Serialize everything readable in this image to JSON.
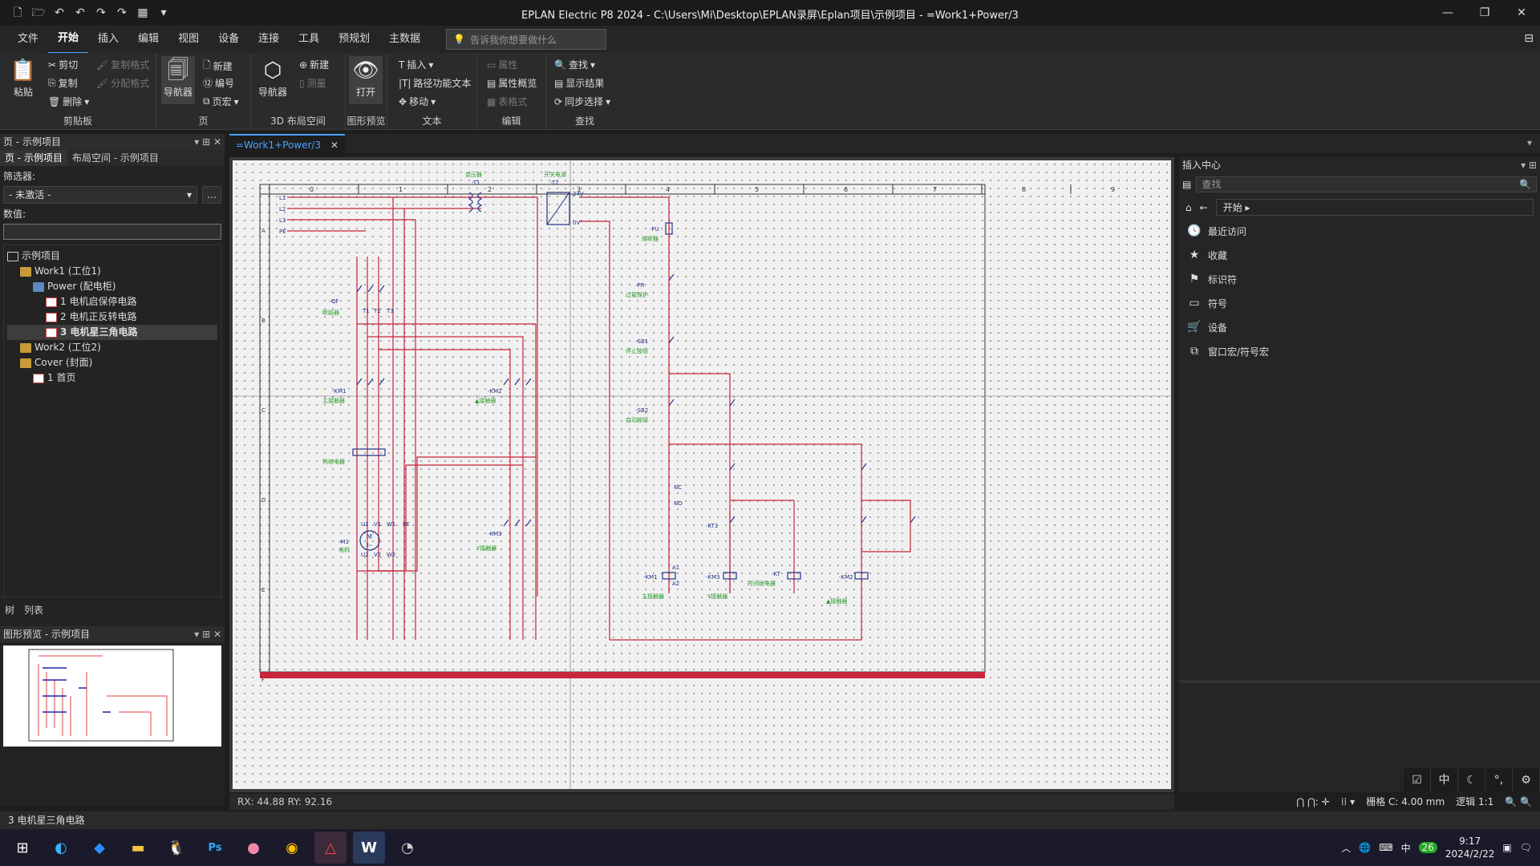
{
  "titlebar": {
    "title": "EPLAN Electric P8 2024 - C:\\Users\\Mi\\Desktop\\EPLAN录屏\\Eplan项目\\示例项目 - =Work1+Power/3"
  },
  "menu": [
    "文件",
    "开始",
    "插入",
    "编辑",
    "视图",
    "设备",
    "连接",
    "工具",
    "预规划",
    "主数据"
  ],
  "menu_active": "开始",
  "search_placeholder": "告诉我你想要做什么",
  "ribbon": {
    "clipboard": {
      "label": "剪贴板",
      "paste": "粘贴",
      "cut": "剪切",
      "copy": "复制",
      "delete": "删除",
      "copy_format": "复制格式",
      "assign_format": "分配格式"
    },
    "page": {
      "label": "页",
      "navigator": "导航器",
      "new": "新建",
      "number": "编号",
      "macro": "页宏"
    },
    "layout3d": {
      "label": "3D 布局空间",
      "navigator": "导航器",
      "new": "新建",
      "measure": "测量"
    },
    "preview": {
      "label": "图形预览",
      "open": "打开"
    },
    "text": {
      "label": "文本",
      "insert": "插入",
      "path_text": "路径功能文本",
      "move": "移动"
    },
    "edit": {
      "label": "编辑",
      "properties": "属性",
      "prop_overview": "属性概览",
      "table_format": "表格式"
    },
    "find": {
      "label": "查找",
      "find": "查找",
      "show_results": "显示结果",
      "sync_select": "同步选择"
    }
  },
  "leftpanel": {
    "header": "页 - 示例项目",
    "tabs": [
      "页 - 示例项目",
      "布局空间 - 示例项目"
    ],
    "filter_label": "筛选器:",
    "filter_value": "- 未激活 -",
    "value_label": "数值:",
    "tree": [
      {
        "text": "示例项目",
        "level": 0,
        "type": "proj"
      },
      {
        "text": "Work1 (工位1)",
        "level": 1,
        "type": "folder"
      },
      {
        "text": "Power (配电柜)",
        "level": 2,
        "type": "folder2"
      },
      {
        "text": "1 电机启保停电路",
        "level": 3,
        "type": "page"
      },
      {
        "text": "2 电机正反转电路",
        "level": 3,
        "type": "page"
      },
      {
        "text": "3 电机星三角电路",
        "level": 3,
        "type": "page",
        "selected": true
      },
      {
        "text": "Work2 (工位2)",
        "level": 1,
        "type": "folder"
      },
      {
        "text": "Cover (封面)",
        "level": 1,
        "type": "folder"
      },
      {
        "text": "1 首页",
        "level": 2,
        "type": "page2"
      }
    ],
    "bottom_tabs": [
      "树",
      "列表"
    ],
    "preview_header": "图形预览 - 示例项目"
  },
  "doc_tab": "=Work1+Power/3",
  "schematic": {
    "columns": [
      "0",
      "1",
      "2",
      "3",
      "4",
      "5",
      "6",
      "7",
      "8",
      "9"
    ],
    "rows": [
      "A",
      "B",
      "C",
      "D",
      "E",
      "F"
    ],
    "labels": [
      "变压器",
      "-T1",
      "开关电源",
      "-T2",
      "L1",
      "L2",
      "L3",
      "PE",
      "24V",
      "0V",
      "-FU",
      "熔断器",
      "-QF",
      "断路器",
      "-PR",
      "过载保护",
      "-SB1",
      "停止按钮",
      "-SB2",
      "启动按钮",
      "-KM1",
      "主接触器",
      "-KM2",
      "▲接触器",
      "-KM3",
      "Y接触器",
      "热继电器",
      "-M1",
      "电机",
      "M",
      "3~",
      "-KT1",
      "-KT",
      "时间继电器",
      "NC",
      "NO",
      "A1",
      "A2",
      "U1",
      "V1",
      "W1",
      "U2",
      "V2",
      "W2",
      "T1",
      "T2",
      "T3",
      "PE"
    ]
  },
  "coords": "RX: 44.88 RY: 92.16",
  "rightpanel": {
    "header": "插入中心",
    "search_placeholder": "查找",
    "breadcrumb": "开始",
    "items": [
      "最近访问",
      "收藏",
      "标识符",
      "符号",
      "设备",
      "窗口宏/符号宏"
    ]
  },
  "status": {
    "grid": "栅格 C: 4.00 mm",
    "logic": "逻辑 1:1"
  },
  "bottom_strip": "3 电机星三角电路",
  "clock": {
    "time": "9:17",
    "date": "2024/2/22"
  },
  "tray": {
    "ime": "中",
    "badge": "26"
  }
}
